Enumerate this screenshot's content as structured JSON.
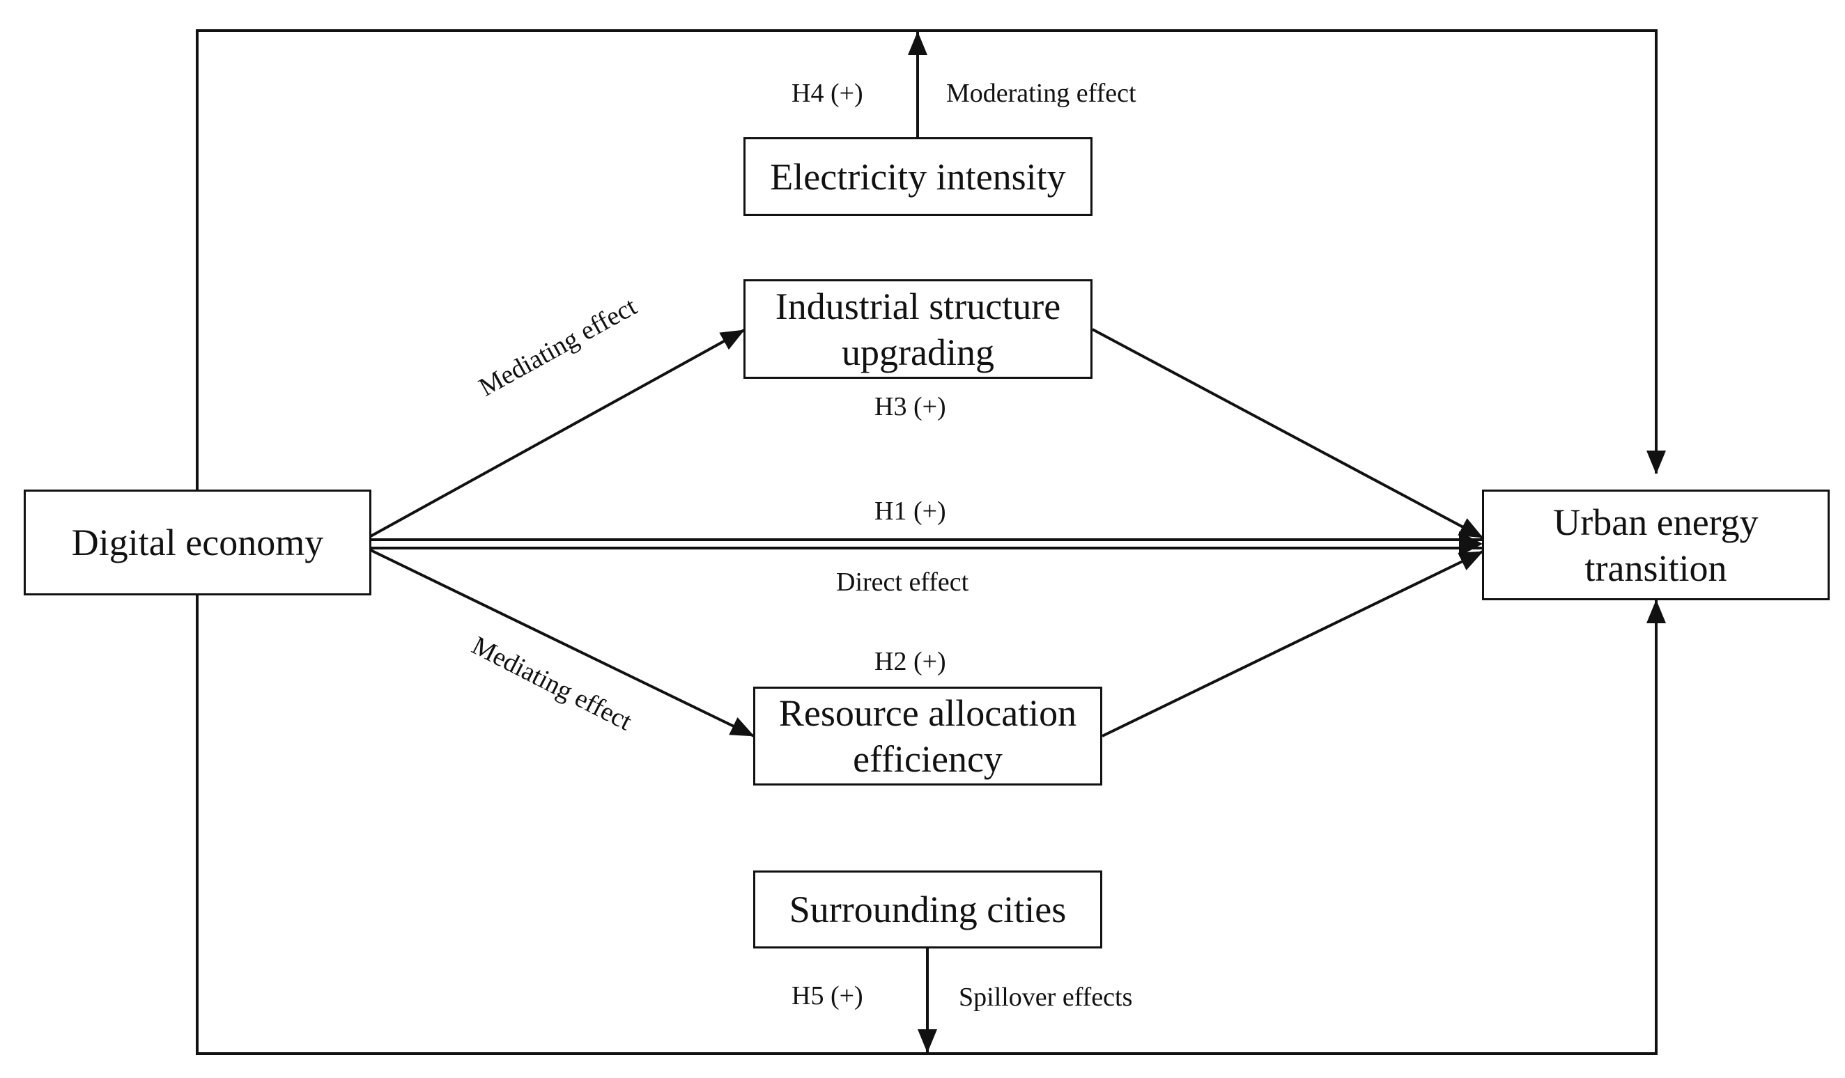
{
  "nodes": {
    "digital_economy": {
      "line1": "Digital economy",
      "line2": ""
    },
    "urban_energy": {
      "line1": "Urban energy",
      "line2": "transition"
    },
    "electricity": {
      "line1": "Electricity intensity",
      "line2": ""
    },
    "industrial": {
      "line1": "Industrial structure",
      "line2": "upgrading"
    },
    "resource": {
      "line1": "Resource allocation",
      "line2": "efficiency"
    },
    "surrounding": {
      "line1": "Surrounding cities",
      "line2": ""
    }
  },
  "labels": {
    "h4": "H4 (+)",
    "moderating": "Moderating effect",
    "mediating_upper": "Mediating effect",
    "h3": "H3 (+)",
    "h1": "H1 (+)",
    "direct": "Direct effect",
    "mediating_lower": "Mediating effect",
    "h2": "H2 (+)",
    "h5": "H5 (+)",
    "spillover": "Spillover effects"
  }
}
